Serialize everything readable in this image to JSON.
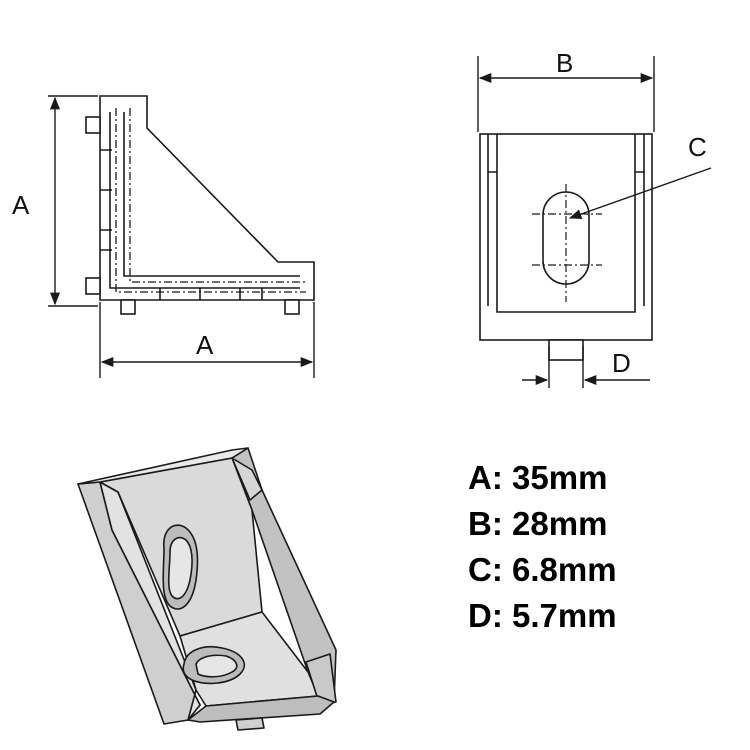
{
  "views": {
    "side": {
      "height_label": "A",
      "width_label": "A"
    },
    "front": {
      "width_label": "B",
      "slot_label": "C",
      "tab_label": "D"
    }
  },
  "specs": [
    {
      "key": "A",
      "value": "35mm"
    },
    {
      "key": "B",
      "value": "28mm"
    },
    {
      "key": "C",
      "value": "6.8mm"
    },
    {
      "key": "D",
      "value": "5.7mm"
    }
  ],
  "colors": {
    "line": "#1a1a1a",
    "bracket_face": "#d9d9d9",
    "bracket_side": "#c6c6c6",
    "bracket_dark": "#b0b0b0"
  }
}
